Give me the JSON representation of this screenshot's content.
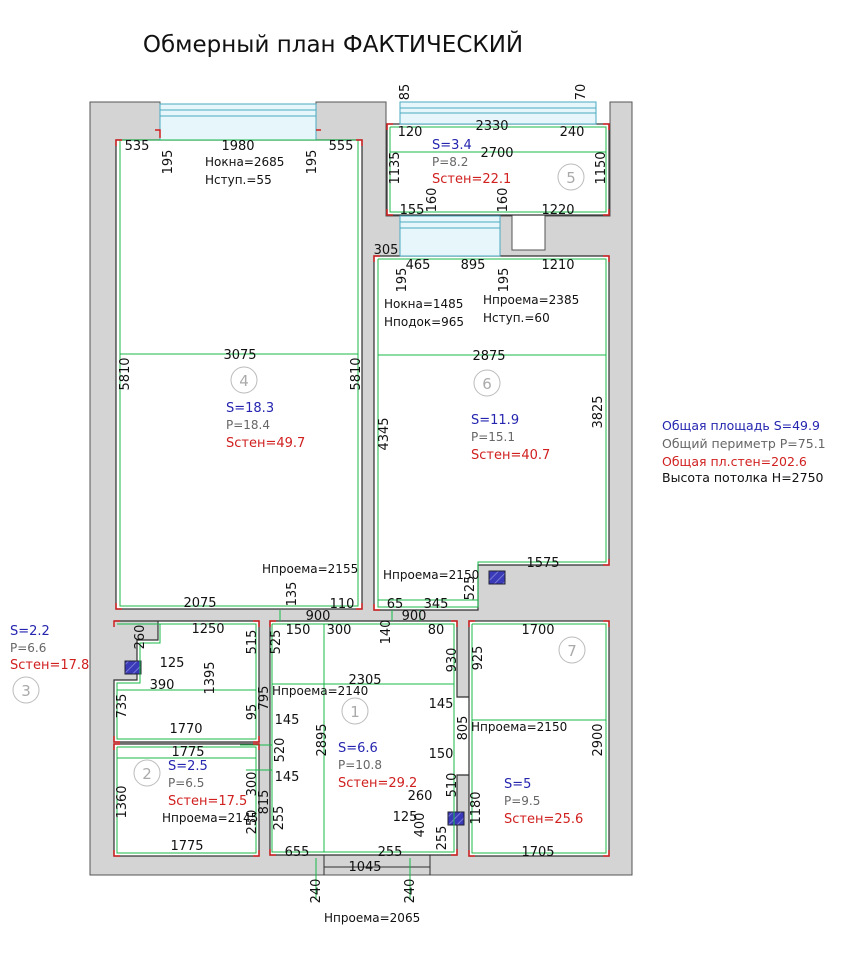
{
  "title": "Обмерный план ФАКТИЧЕСКИЙ",
  "summary": {
    "area": "Общая площадь S=49.9",
    "perimeter": "Общий периметр P=75.1",
    "wall_area": "Общая пл.стен=202.6",
    "ceiling": "Высота потолка H=2750"
  },
  "colors": {
    "wall": "#d4d4d4",
    "room_outline": "#2e2e2e",
    "dim_line": "#18b84a",
    "corner_mark": "#d02020",
    "area_text": "#2525b0",
    "perimeter_text": "#666666",
    "wall_area_text": "#d12020",
    "window": "#6fc5d8",
    "riser": "#3a3ab8"
  },
  "rooms": {
    "r1": {
      "num": "1",
      "s": "S=6.6",
      "p": "P=10.8",
      "sc": "Sстен=29.2"
    },
    "r2": {
      "num": "2",
      "s": "S=2.5",
      "p": "P=6.5",
      "sc": "Sстен=17.5"
    },
    "r3": {
      "num": "3",
      "s": "S=2.2",
      "p": "P=6.6",
      "sc": "Sстен=17.8"
    },
    "r4": {
      "num": "4",
      "s": "S=18.3",
      "p": "P=18.4",
      "sc": "Sстен=49.7"
    },
    "r5": {
      "num": "5",
      "s": "S=3.4",
      "p": "P=8.2",
      "sc": "Sстен=22.1"
    },
    "r6": {
      "num": "6",
      "s": "S=11.9",
      "p": "P=15.1",
      "sc": "Sстен=40.7"
    },
    "r7": {
      "num": "7",
      "s": "S=5",
      "p": "P=9.5",
      "sc": "Sстен=25.6"
    }
  },
  "notes": {
    "n1": "Нокна=2685",
    "n2": "Нступ.=55",
    "n3": "Нокна=1485",
    "n4": "Нподок=965",
    "n5": "Нпроема=2385",
    "n6": "Нступ.=60",
    "n7": "Нпроема=2155",
    "n8": "Нпроема=2150",
    "n9": "Нпроема=2140",
    "n10": "Нпроема=2150",
    "n11": "Нпроема=2145",
    "n12": "Нпроема=2065"
  },
  "dims": {
    "d1": "85",
    "d2": "70",
    "d3": "2330",
    "d4": "120",
    "d5": "240",
    "d6": "2700",
    "d7": "1135",
    "d8": "1150",
    "d9": "155",
    "d10": "160",
    "d11": "160",
    "d12": "1220",
    "d13": "535",
    "d14": "1980",
    "d15": "555",
    "d16": "195",
    "d17": "195",
    "d18": "305",
    "d19": "465",
    "d20": "895",
    "d21": "1210",
    "d22": "195",
    "d23": "195",
    "d24": "3075",
    "d25": "5810",
    "d26": "5810",
    "d27": "2875",
    "d28": "4345",
    "d29": "3825",
    "d30": "1575",
    "d31": "525",
    "d32": "2075",
    "d33": "135",
    "d34": "110",
    "d35": "65",
    "d36": "345",
    "d37": "900",
    "d38": "900",
    "d39": "150",
    "d40": "300",
    "d41": "140",
    "d42": "80",
    "d43": "260",
    "d44": "1250",
    "d45": "125",
    "d46": "515",
    "d47": "525",
    "d48": "390",
    "d49": "1395",
    "d50": "735",
    "d51": "95",
    "d52": "795",
    "d53": "145",
    "d54": "1770",
    "d55": "2305",
    "d56": "930",
    "d57": "925",
    "d58": "1700",
    "d59": "145",
    "d60": "805",
    "d61": "2895",
    "d62": "520",
    "d63": "1775",
    "d64": "145",
    "d65": "300",
    "d66": "815",
    "d67": "1360",
    "d68": "250",
    "d69": "255",
    "d70": "1775",
    "d71": "150",
    "d72": "510",
    "d73": "260",
    "d74": "125",
    "d75": "400",
    "d76": "255",
    "d77": "1180",
    "d78": "2900",
    "d79": "655",
    "d80": "1045",
    "d81": "255",
    "d82": "1705",
    "d83": "240",
    "d84": "240"
  }
}
